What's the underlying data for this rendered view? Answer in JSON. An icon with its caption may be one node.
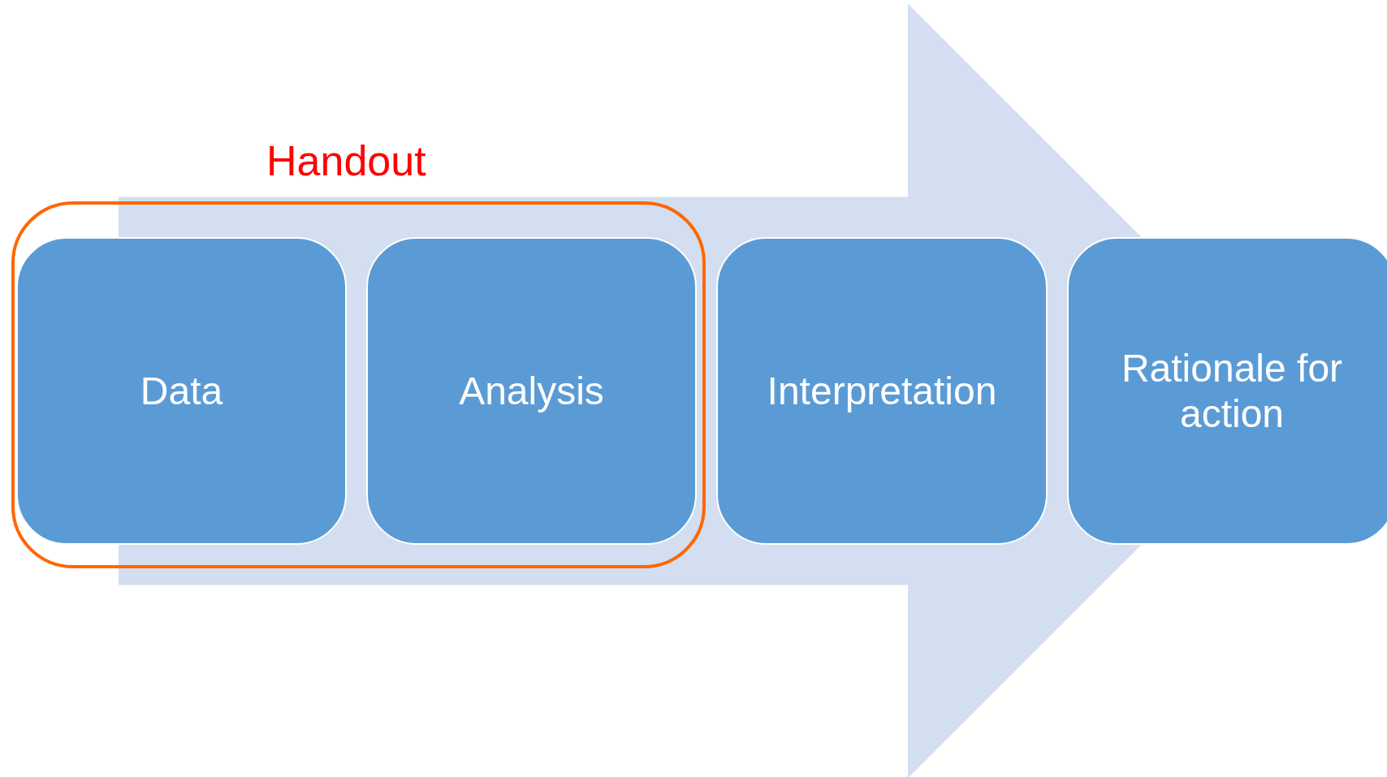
{
  "diagram": {
    "nodes": [
      {
        "text": [
          "Handout"
        ]
      },
      {
        "text": [
          "Data"
        ],
        "in": 0
      },
      {
        "text": [
          "Analysis"
        ],
        "in": 0
      },
      {
        "text": [
          "Interpretation"
        ]
      },
      {
        "text": [
          "Rationale for action"
        ]
      }
    ],
    "edges": [
      {
        "from": 1,
        "to": 4,
        "arrow": "to"
      }
    ]
  }
}
